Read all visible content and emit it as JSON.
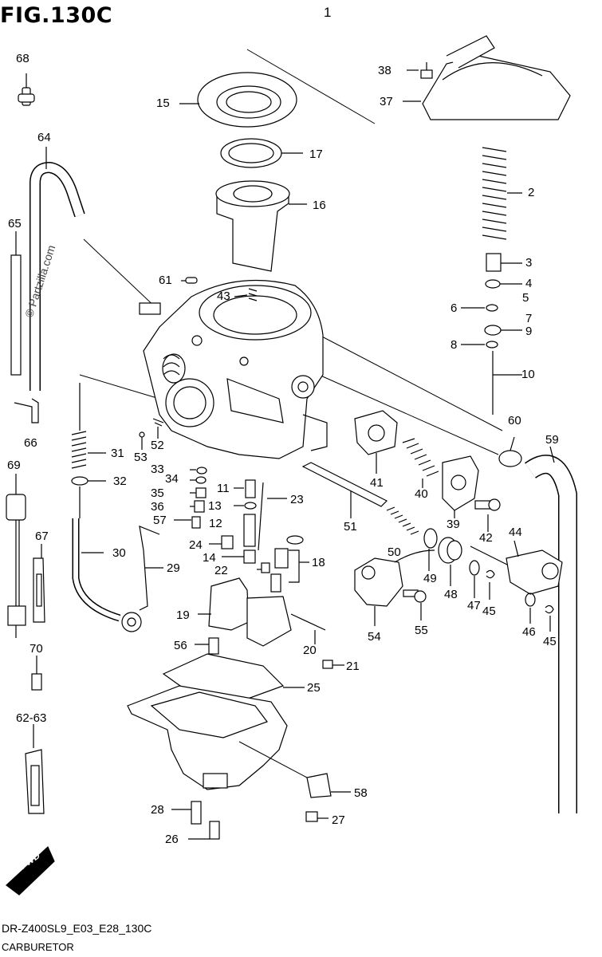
{
  "header": {
    "figure_title": "FIG.130C",
    "figure_number": "1"
  },
  "footer": {
    "code": "DR-Z400SL9_E03_E28_130C",
    "name": "CARBURETOR"
  },
  "watermark": "© Partzilla.com",
  "fwd_badge": "FWD",
  "callouts": [
    "68",
    "64",
    "65",
    "66",
    "69",
    "67",
    "70",
    "62-63",
    "38",
    "37",
    "15",
    "17",
    "16",
    "2",
    "3",
    "4",
    "5",
    "6",
    "7",
    "9",
    "8",
    "10",
    "60",
    "59",
    "61",
    "43",
    "31",
    "32",
    "52",
    "53",
    "33",
    "34",
    "35",
    "36",
    "57",
    "11",
    "13",
    "12",
    "23",
    "24",
    "14",
    "22",
    "18",
    "41",
    "40",
    "39",
    "42",
    "44",
    "51",
    "50",
    "49",
    "48",
    "47",
    "45",
    "46",
    "45",
    "54",
    "55",
    "30",
    "29",
    "19",
    "20",
    "56",
    "21",
    "25",
    "58",
    "28",
    "27",
    "26"
  ]
}
